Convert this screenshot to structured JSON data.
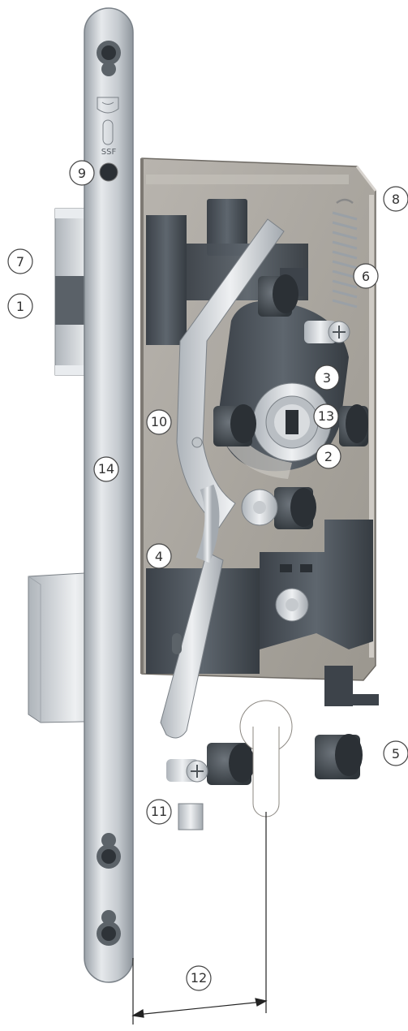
{
  "engraving": {
    "brand": "SSF"
  },
  "callouts": [
    {
      "id": "c1",
      "label": "1"
    },
    {
      "id": "c2",
      "label": "2"
    },
    {
      "id": "c3",
      "label": "3"
    },
    {
      "id": "c4",
      "label": "4"
    },
    {
      "id": "c5",
      "label": "5"
    },
    {
      "id": "c6",
      "label": "6"
    },
    {
      "id": "c7",
      "label": "7"
    },
    {
      "id": "c8",
      "label": "8"
    },
    {
      "id": "c9",
      "label": "9"
    },
    {
      "id": "c10",
      "label": "10"
    },
    {
      "id": "c11",
      "label": "11"
    },
    {
      "id": "c12",
      "label": "12"
    },
    {
      "id": "c13",
      "label": "13"
    },
    {
      "id": "c14",
      "label": "14"
    }
  ],
  "colors": {
    "faceplate": "#c9ced3",
    "case": "#a9a6a2",
    "mechanism": "#4a5159",
    "steel": "#d6d9dc",
    "outline": "#444444"
  }
}
